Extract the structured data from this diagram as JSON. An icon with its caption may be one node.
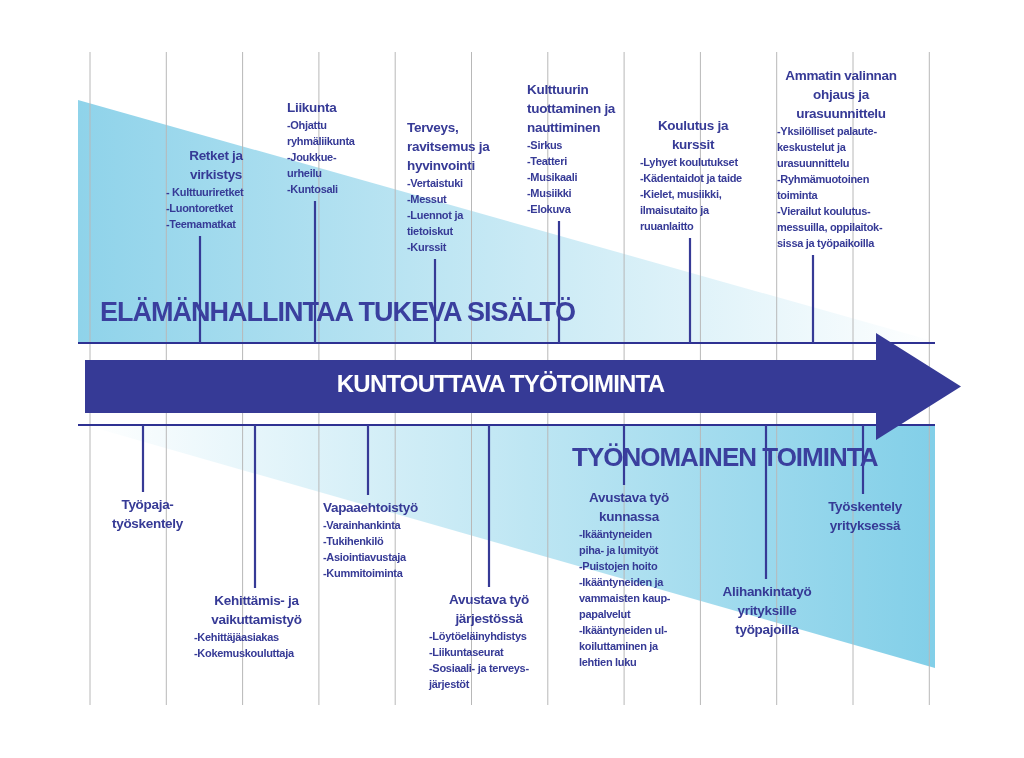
{
  "diagram": {
    "nodes": [
      {
        "text": [
          "Retket ja virkistys",
          "- Kulttuuriretket",
          "-Luontoretket",
          "-Teemamatkat"
        ]
      },
      {
        "text": [
          "Liikunta",
          "-Ohjattu ryhmäliikunta",
          "-Joukkue- urheilu",
          "-Kuntosali"
        ]
      },
      {
        "text": [
          "Terveys, ravitsemus ja hyvinvointi",
          "-Vertaistuki",
          "-Messut",
          "-Luennot ja tietoiskut",
          "-Kurssit"
        ]
      },
      {
        "text": [
          "Kulttuurin tuottaminen ja nauttiminen",
          "-Sirkus",
          "-Teatteri",
          "-Musikaali",
          "-Musiikki",
          "-Elokuva"
        ]
      },
      {
        "text": [
          "Koulutus ja kurssit",
          "-Lyhyet koulutukset",
          "-Kädentaidot ja taide",
          "-Kielet, musiikki, ilmaisutaito ja ruuanlaitto"
        ]
      },
      {
        "text": [
          "Ammatin valinnan ohjaus ja urasuunnittelu",
          "-Yksilölliset palaute- keskustelut ja urasuunnittelu",
          "-Ryhmämuotoinen toiminta",
          "-Vierailut koulutus- messuilla, oppilaitok- sissa ja työpaikoilla"
        ]
      },
      {
        "text": [
          "KUNTOUTTAVA TYÖTOIMINTA"
        ]
      },
      {
        "text": [
          "Työpaja- työskentely"
        ]
      },
      {
        "text": [
          "Kehittämis- ja vaikuttamistyö",
          "-Kehittäjäasiakas",
          "-Kokemuskouluttaja"
        ]
      },
      {
        "text": [
          "Vapaaehtoistyö",
          "-Varainhankinta",
          "-Tukihenkilö",
          "-Asiointiavustaja",
          "-Kummitoiminta"
        ]
      },
      {
        "text": [
          "Avustava työ järjestössä",
          "-Löytöeläinyhdistys",
          "-Liikuntaseurat",
          "-Sosiaali- ja terveys- järjestöt"
        ]
      },
      {
        "text": [
          "Avustava työ kunnassa",
          "-Ikääntyneiden piha- ja lumityöt",
          "-Puistojen hoito",
          "-Ikääntyneiden ja vammaisten kaup- papalvelut",
          "-Ikääntyneiden ul- koiluttaminen ja lehtien luku"
        ]
      },
      {
        "text": [
          "Alihankintatyö yrityksille työpajoilla"
        ]
      },
      {
        "text": [
          "Työskentely yrityksessä"
        ]
      }
    ],
    "edges": [
      {
        "from": 0,
        "to": 6,
        "arrow": "none"
      },
      {
        "from": 1,
        "to": 6,
        "arrow": "none"
      },
      {
        "from": 2,
        "to": 6,
        "arrow": "none"
      },
      {
        "from": 3,
        "to": 6,
        "arrow": "none"
      },
      {
        "from": 4,
        "to": 6,
        "arrow": "none"
      },
      {
        "from": 5,
        "to": 6,
        "arrow": "none"
      },
      {
        "from": 7,
        "to": 6,
        "arrow": "none"
      },
      {
        "from": 8,
        "to": 6,
        "arrow": "none"
      },
      {
        "from": 9,
        "to": 6,
        "arrow": "none"
      },
      {
        "from": 10,
        "to": 6,
        "arrow": "none"
      },
      {
        "from": 11,
        "to": 6,
        "arrow": "none"
      },
      {
        "from": 12,
        "to": 6,
        "arrow": "none"
      },
      {
        "from": 13,
        "to": 6,
        "arrow": "none"
      }
    ],
    "labels": [
      "ELÄMÄNHALLINTAA TUKEVA SISÄLTÖ",
      "TYÖNOMAINEN TOIMINTA"
    ]
  }
}
